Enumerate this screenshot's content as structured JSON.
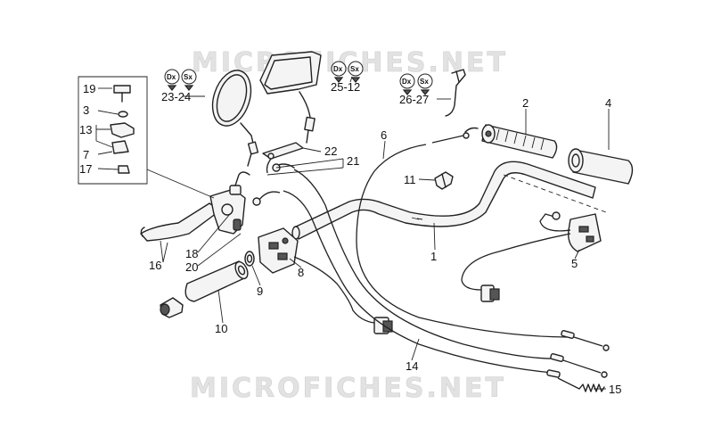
{
  "watermark": {
    "text": "MICROFICHES.NET"
  },
  "badges": {
    "dx": "Dx",
    "sx": "Sx"
  },
  "callouts": {
    "c1": "1",
    "c2": "2",
    "c3": "3",
    "c4": "4",
    "c5": "5",
    "c6": "6",
    "c7": "7",
    "c8": "8",
    "c9": "9",
    "c10": "10",
    "c11": "11",
    "c13": "13",
    "c14": "14",
    "c15": "15",
    "c16": "16",
    "c17": "17",
    "c18": "18",
    "c19": "19",
    "c20": "20",
    "c21": "21",
    "c22": "22",
    "c23_24": "23-24",
    "c25_12": "25-12",
    "c26_27": "26-27"
  }
}
